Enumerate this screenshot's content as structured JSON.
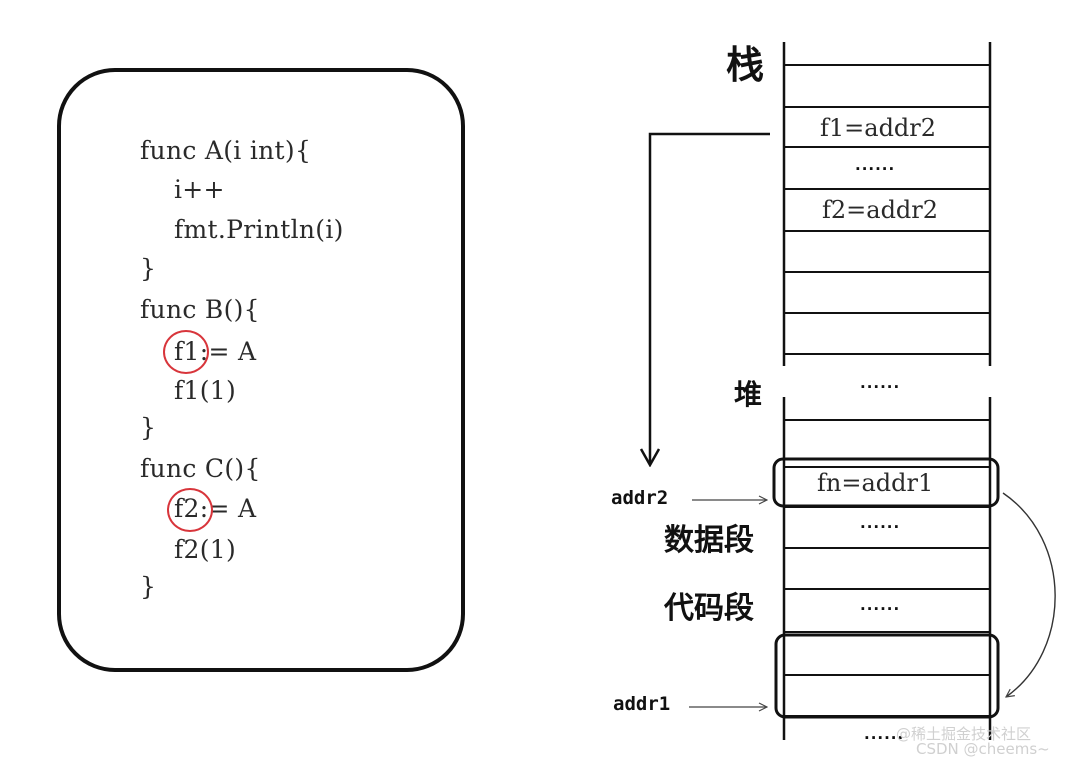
{
  "code": {
    "lines": [
      "func A(i int){",
      "i++",
      "fmt.Println(i)",
      "}",
      "func B(){",
      "f1:= A",
      "f1(1)",
      "}",
      "func C(){",
      "f2:= A",
      "f2(1)",
      "}"
    ]
  },
  "memory": {
    "stack_label": "栈",
    "heap_label": "堆",
    "data_segment_label": "数据段",
    "code_segment_label": "代码段",
    "stack_cells": {
      "f1": "f1=addr2",
      "f2": "f2=addr2"
    },
    "heap_cell": "fn=addr1",
    "ellipsis": "......",
    "addr2_label": "addr2",
    "addr1_label": "addr1"
  },
  "colors": {
    "line": "#111111",
    "code_text": "#2a2a2a",
    "highlight_circle": "#d8353b"
  },
  "watermark": {
    "line1": "@稀土掘金技术社区",
    "line2": "CSDN @cheems~"
  }
}
